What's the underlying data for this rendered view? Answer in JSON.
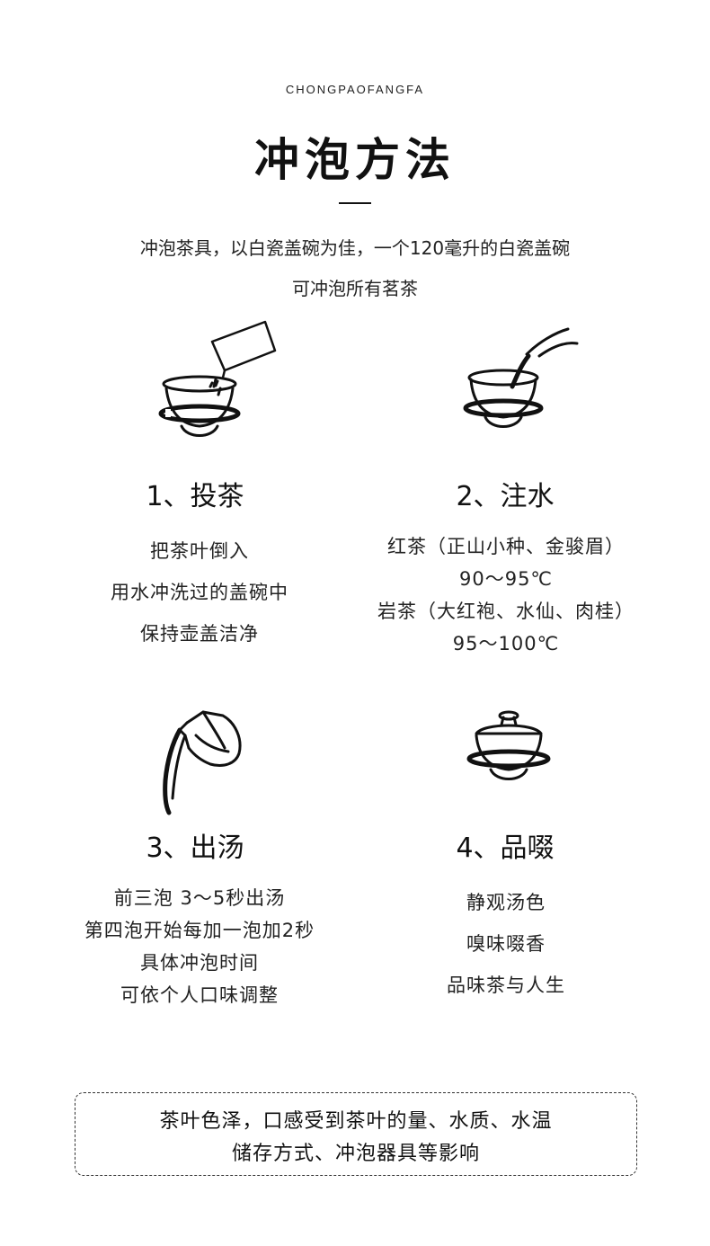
{
  "header": {
    "pinyin": "CHONGPAOFANGFA",
    "title": "冲泡方法",
    "intro_line1": "冲泡茶具，以白瓷盖碗为佳，一个120毫升的白瓷盖碗",
    "intro_line2": "可冲泡所有茗茶"
  },
  "steps": [
    {
      "title": "1、投茶",
      "lines": [
        "把茶叶倒入",
        "用水冲洗过的盖碗中",
        "保持壶盖洁净"
      ],
      "icon": "tea-bag-into-bowl-icon"
    },
    {
      "title": "2、注水",
      "lines": [
        "红茶（正山小种、金骏眉）",
        "90～95℃",
        "岩茶（大红袍、水仙、肉桂）",
        "95～100℃"
      ],
      "icon": "kettle-pouring-water-icon"
    },
    {
      "title": "3、出汤",
      "lines": [
        "前三泡 3～5秒出汤",
        "第四泡开始每加一泡加2秒",
        "具体冲泡时间",
        "可依个人口味调整"
      ],
      "icon": "pitcher-pouring-icon"
    },
    {
      "title": "4、品啜",
      "lines": [
        "静观汤色",
        "嗅味啜香",
        "品味茶与人生"
      ],
      "icon": "lidded-gaiwan-icon"
    }
  ],
  "note": {
    "line1": "茶叶色泽，口感受到茶叶的量、水质、水温",
    "line2": "储存方式、冲泡器具等影响"
  }
}
